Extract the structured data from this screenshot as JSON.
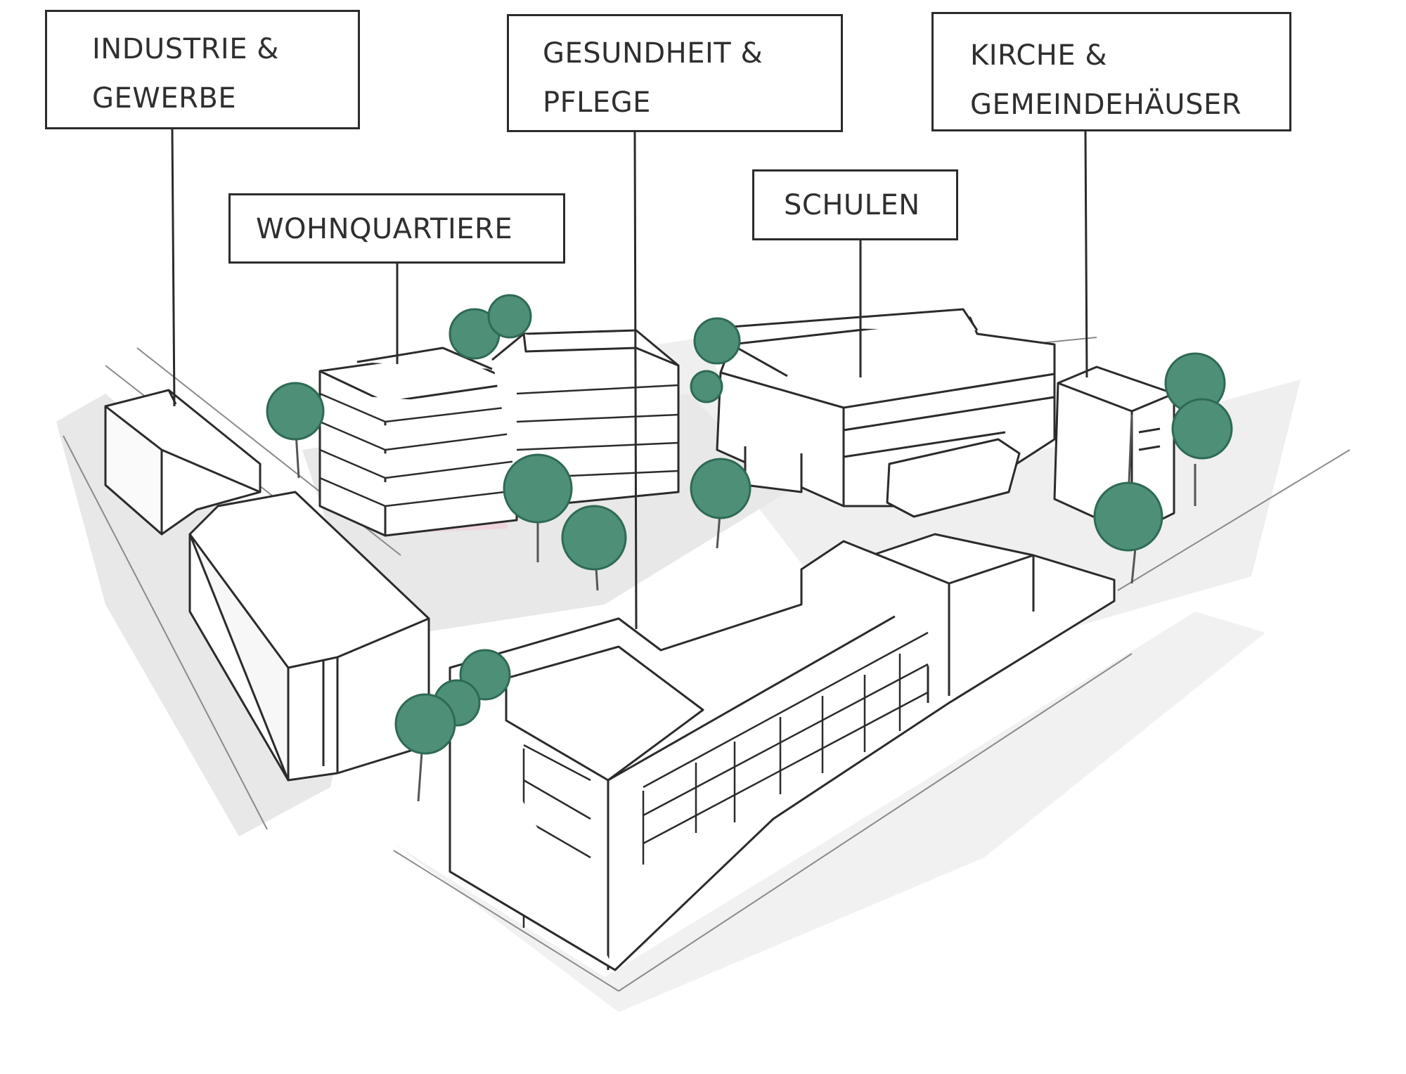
{
  "labels": {
    "industrie": {
      "line1": "INDUSTRIE &",
      "line2": "GEWERBE"
    },
    "gesundheit": {
      "line1": "GESUNDHEIT &",
      "line2": "PFLEGE"
    },
    "kirche": {
      "line1": "KIRCHE &",
      "line2": "GEMEINDEHÄUSER"
    },
    "wohnquartiere": "WOHNQUARTIERE",
    "schulen": "SCHULEN"
  },
  "colors": {
    "line": "#2b2b2b",
    "tree": "#4e8f77",
    "tree_dark": "#2f6a54",
    "shadow": "#cfcfcf",
    "accent_pink": "#f2c9d4"
  }
}
